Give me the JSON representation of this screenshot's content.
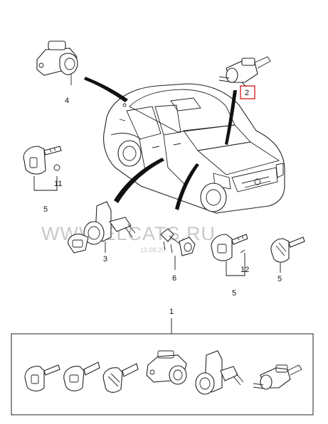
{
  "callouts": {
    "c1": "1",
    "c2": "2",
    "c3": "3",
    "c4": "4",
    "c5a": "5",
    "c5b": "5",
    "c5c": "5",
    "c6": "6",
    "c11": "11",
    "c12": "12"
  },
  "watermark": {
    "text": "WWW.ELCATS.RU",
    "date": "19.08.20"
  },
  "colors": {
    "line": "#222222",
    "highlight_box": "#cc0000",
    "watermark": "#c9c9c9"
  }
}
